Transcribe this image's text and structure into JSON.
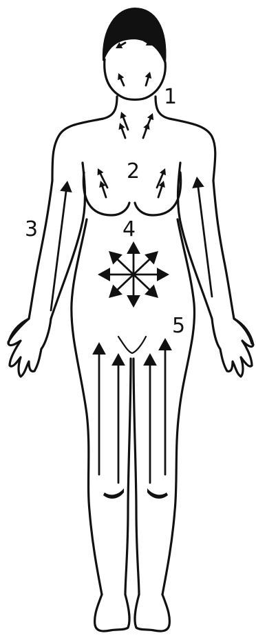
{
  "diagram": {
    "zone_labels": [
      {
        "id": "neck",
        "text": "1"
      },
      {
        "id": "chest",
        "text": "2"
      },
      {
        "id": "arms",
        "text": "3"
      },
      {
        "id": "abdomen",
        "text": "4"
      },
      {
        "id": "legs",
        "text": "5"
      }
    ],
    "colors": {
      "ink": "#111111",
      "background": "#ffffff"
    }
  }
}
